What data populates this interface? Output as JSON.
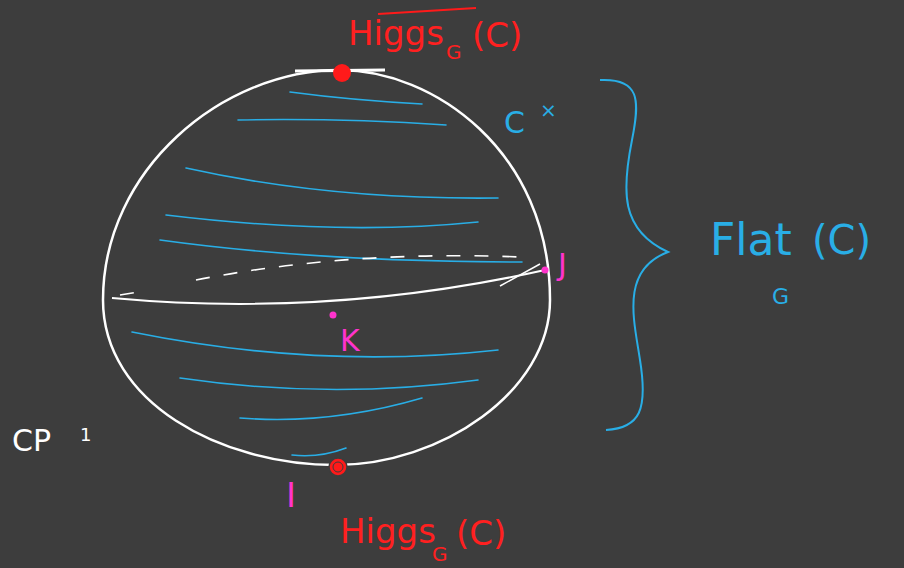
{
  "diagram": {
    "labels": [
      "Higgs",
      "G",
      "(C)",
      "C",
      "×",
      "J",
      "K",
      "Flat",
      "G",
      "(C)",
      "CP",
      "1",
      "I",
      "Higgs",
      "G",
      "(C)"
    ]
  }
}
